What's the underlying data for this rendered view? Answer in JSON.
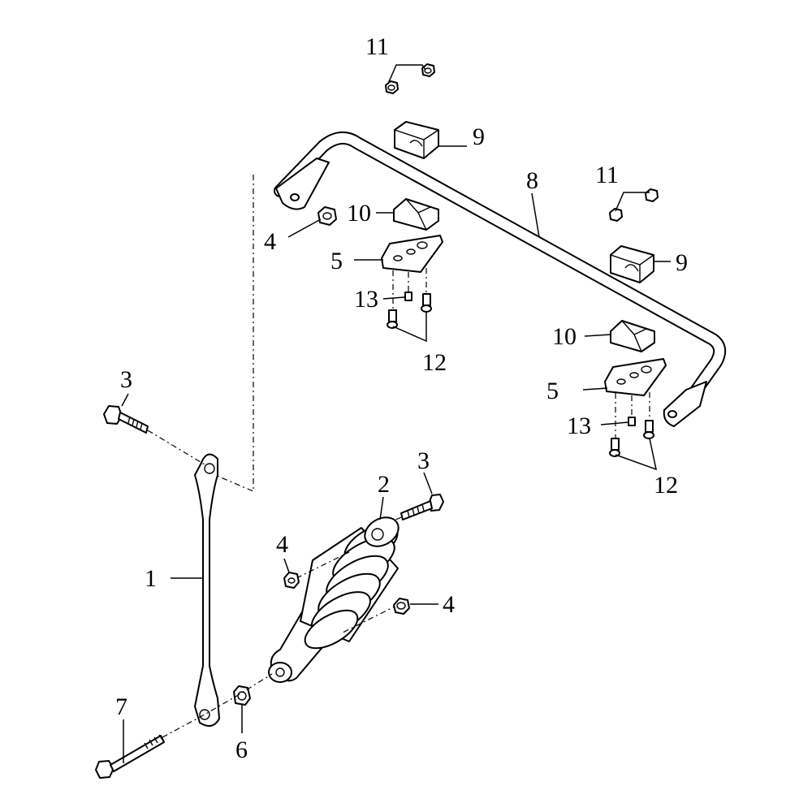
{
  "callouts": {
    "c1": "1",
    "c2": "2",
    "c3a": "3",
    "c3b": "3",
    "c4a": "4",
    "c4b": "4",
    "c4c": "4",
    "c5a": "5",
    "c5b": "5",
    "c6": "6",
    "c7": "7",
    "c8": "8",
    "c9a": "9",
    "c9b": "9",
    "c10a": "10",
    "c10b": "10",
    "c11a": "11",
    "c11b": "11",
    "c12a": "12",
    "c12b": "12",
    "c13a": "13",
    "c13b": "13"
  }
}
